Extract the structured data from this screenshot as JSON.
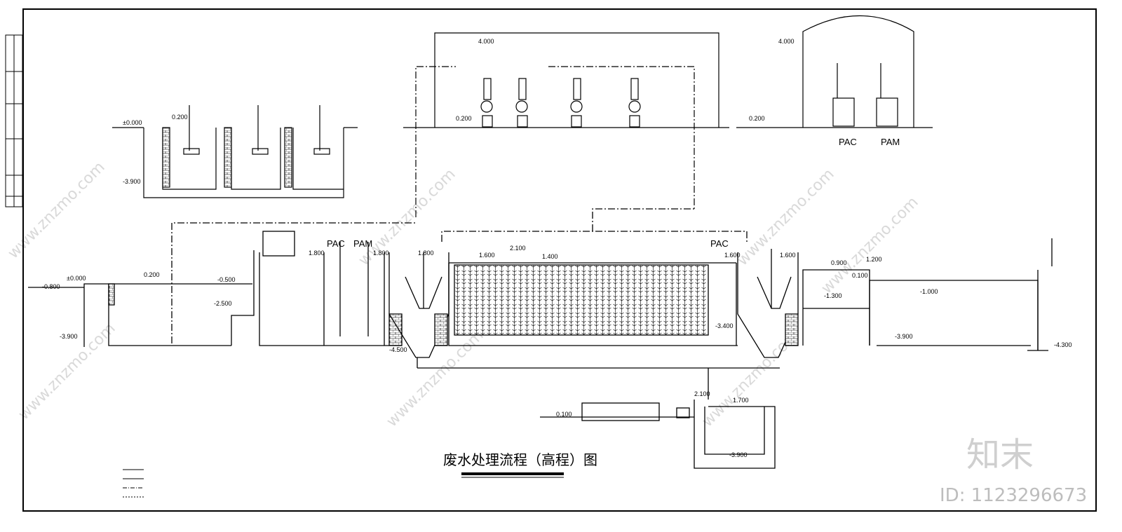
{
  "title": "废水处理流程（高程）图",
  "levels": {
    "ground": "±0.000",
    "l0200": "0.200",
    "lm3900": "-3.900",
    "l4000": "4.000",
    "lm0800": "-0.800",
    "lm0500": "-0.500",
    "lm2500": "-2.500",
    "l1800": "1.800",
    "l1600": "1.600",
    "l2100": "2.100",
    "l1400": "1.400",
    "lm3400": "-3.400",
    "lm4500": "-4.500",
    "l0900": "0.900",
    "l1200": "1.200",
    "l0100": "0.100",
    "lm1300": "-1.300",
    "lm1000": "-1.000",
    "lm4300": "-4.300",
    "l1700": "1.700"
  },
  "chemicals": {
    "pac": "PAC",
    "pam": "PAM"
  },
  "watermark": {
    "site": "www.znzmo.com",
    "brand": "知末",
    "id": "ID: 1123296673"
  }
}
